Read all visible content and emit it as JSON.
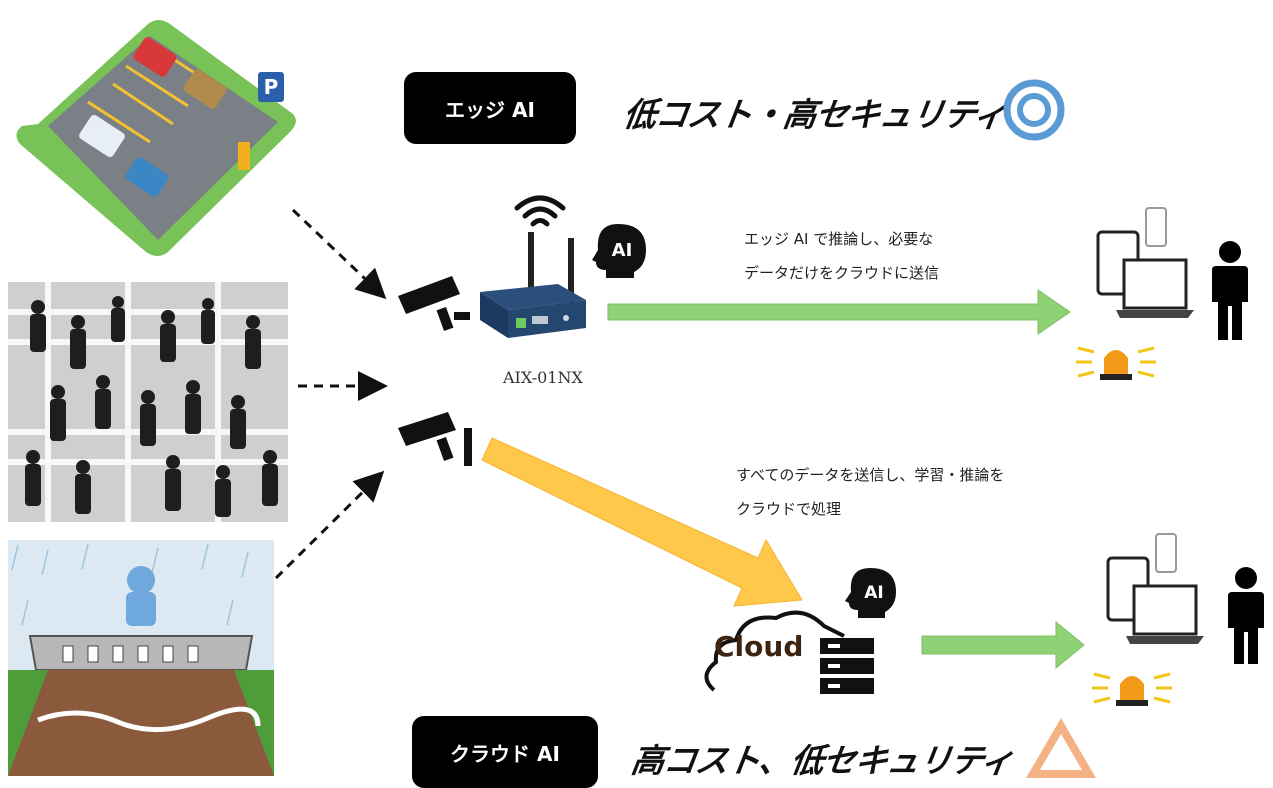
{
  "edge": {
    "box_label": "エッジ AI",
    "tagline": "低コスト・高セキュリティ",
    "rating_icon": "double-circle-icon",
    "caption_line1": "エッジ AI で推論し、必要な",
    "caption_line2": "データだけをクラウドに送信",
    "device_model": "AIX-01NX",
    "ai_badge": "AI",
    "arrow_color": "#8fd175"
  },
  "cloud": {
    "box_label": "クラウド AI",
    "tagline": "高コスト、低セキュリティ",
    "rating_icon": "triangle-icon",
    "caption_line1": "すべてのデータを送信し、学習・推論を",
    "caption_line2": "クラウドで処理",
    "cloud_text": "Cloud",
    "ai_badge": "AI",
    "arrow_color": "#ffc84a"
  },
  "colors": {
    "double_circle": "#5b9bd5",
    "triangle": "#f4b183",
    "green_arrow": "#8fd175",
    "yellow_arrow": "#ffc84a",
    "black": "#000000"
  }
}
